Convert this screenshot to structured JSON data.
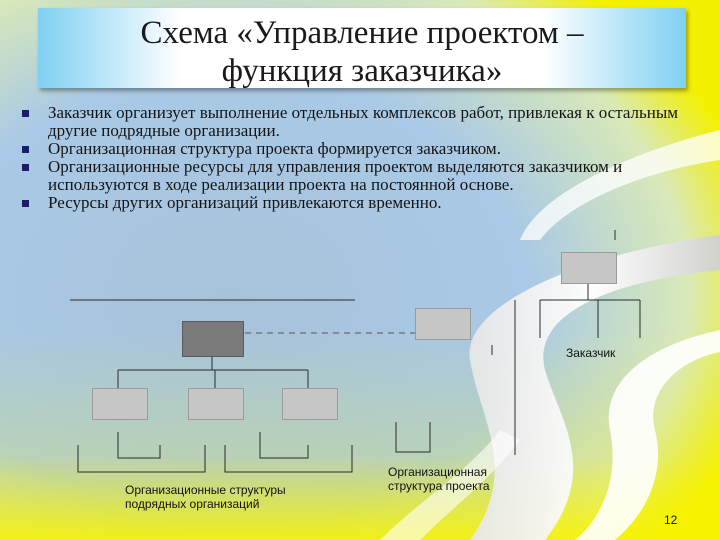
{
  "title": {
    "line1": "Схема «Управление проектом –",
    "line2": "функция заказчика»"
  },
  "bullets": [
    "Заказчик организует выполнение отдельных комплексов работ, привлекая к остальным другие подрядные организации.",
    "Организационная структура проекта формируется заказчиком.",
    "Организационные ресурсы для управления проектом выделяются заказчиком и используются в ходе реализации проекта на постоянной основе.",
    "Ресурсы других организаций привлекаются временно."
  ],
  "diagram": {
    "customer_label": "Заказчик",
    "project_structure_label": [
      "Организационная",
      "структура проекта"
    ],
    "contractors_label": [
      "Организационные структуры",
      "подрядных организаций"
    ]
  },
  "page_number": "12",
  "colors": {
    "yellow": "#f6f300",
    "blue": "#a8c9e2",
    "title_accent": "#7fd0f2",
    "bullet_marker": "#1c1c6a"
  }
}
